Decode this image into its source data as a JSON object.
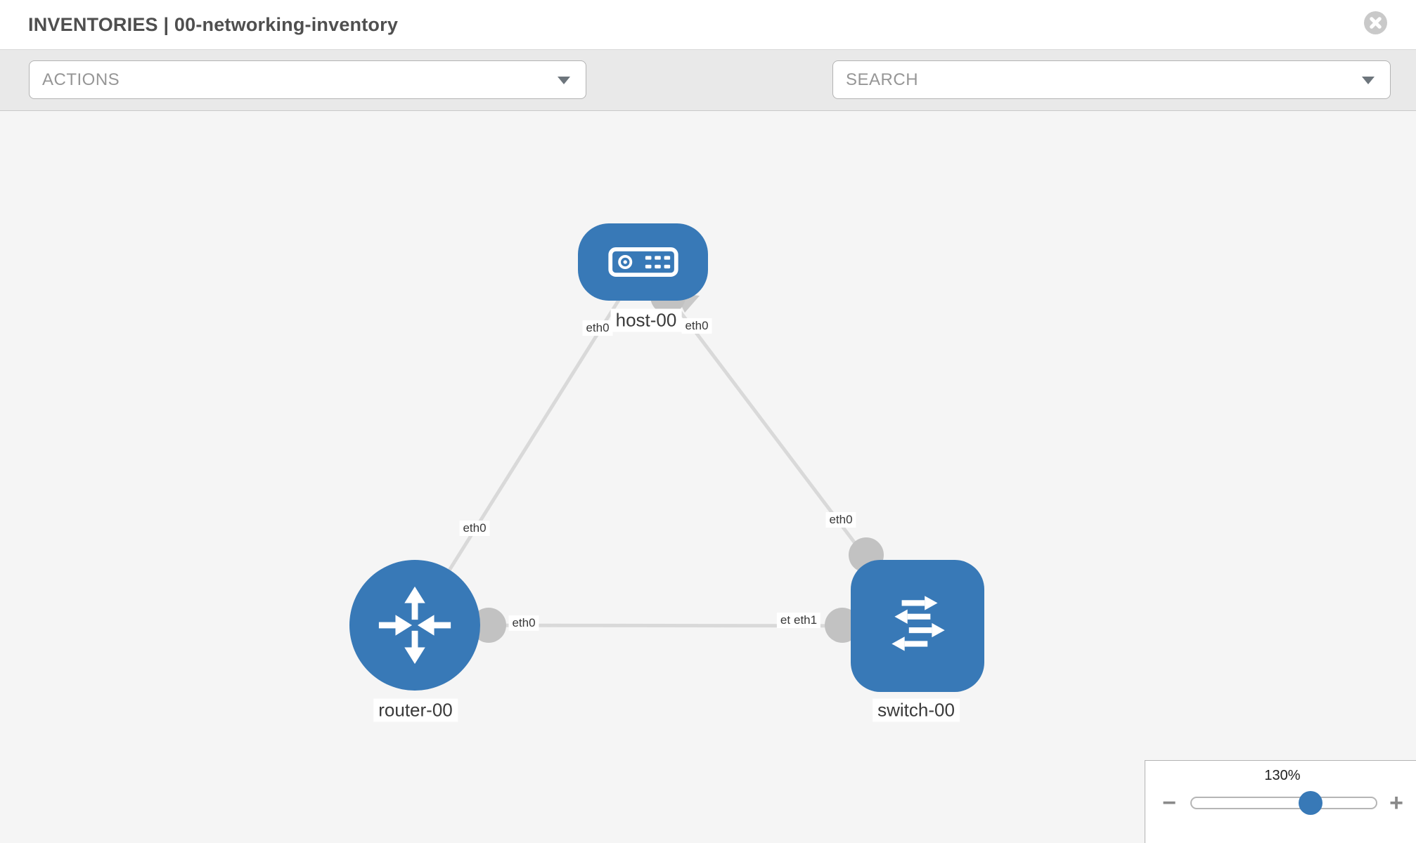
{
  "header": {
    "title": "INVENTORIES | 00-networking-inventory",
    "close_icon": "close"
  },
  "toolbar": {
    "actions_label": "ACTIONS",
    "search_label": "SEARCH",
    "wrench_icon": "wrench",
    "key_icon": "key"
  },
  "topology": {
    "nodes": [
      {
        "id": "host-00",
        "label": "host-00",
        "type": "host",
        "icon": "host-icon"
      },
      {
        "id": "router-00",
        "label": "router-00",
        "type": "router",
        "icon": "router-icon"
      },
      {
        "id": "switch-00",
        "label": "switch-00",
        "type": "switch",
        "icon": "switch-icon"
      }
    ],
    "links": [
      {
        "from": "host-00",
        "to": "router-00"
      },
      {
        "from": "host-00",
        "to": "switch-00"
      },
      {
        "from": "router-00",
        "to": "switch-00"
      }
    ],
    "interfaces": [
      {
        "text": "eth0"
      },
      {
        "text": "eth0"
      },
      {
        "text": "eth0"
      },
      {
        "text": "eth0"
      },
      {
        "text": "eth0"
      },
      {
        "text": "eth0"
      },
      {
        "text": "eth1"
      }
    ]
  },
  "zoom_control": {
    "value": "130%",
    "percent": 130,
    "minus_label": "−",
    "plus_label": "+"
  },
  "colors": {
    "node_blue": "#3879b7",
    "link_gray": "#d9d9d9",
    "connector_gray": "#c2c2c2",
    "toolbar_bg": "#e9e9e9",
    "canvas_bg": "#f5f5f5"
  }
}
